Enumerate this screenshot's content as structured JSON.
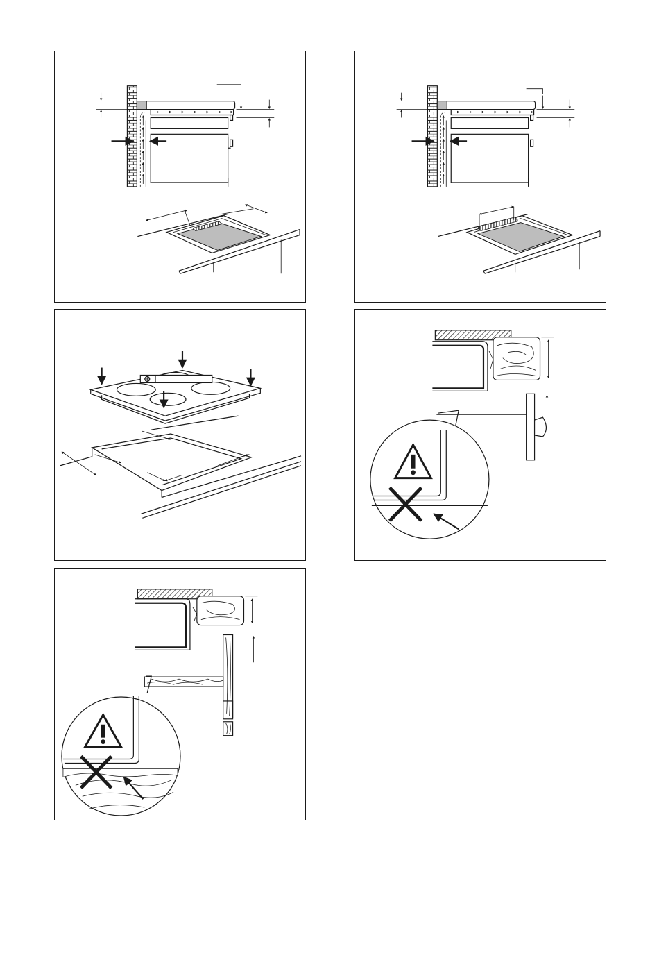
{
  "page": {
    "background": "#ffffff",
    "line_color": "#1a1a1a",
    "fill_gray": "#bdbdbd"
  },
  "figures": [
    {
      "id": "p1",
      "subject": "ventilation-airflow-installation",
      "icons": [
        "airflow-arrow-icon",
        "dimension-arrow-icon"
      ]
    },
    {
      "id": "p2",
      "subject": "ventilation-airflow-installation-alt",
      "icons": [
        "airflow-arrow-icon",
        "dimension-arrow-icon"
      ]
    },
    {
      "id": "p3",
      "subject": "hob-insertion-into-cutout",
      "icons": [
        "press-down-arrow-icon",
        "spirit-level-icon"
      ]
    },
    {
      "id": "p4",
      "subject": "worktop-edge-clearance-drawer",
      "icons": [
        "warning-triangle-icon",
        "prohibited-cross-icon"
      ]
    },
    {
      "id": "p5",
      "subject": "worktop-edge-clearance-shelf",
      "icons": [
        "warning-triangle-icon",
        "prohibited-cross-icon"
      ]
    }
  ]
}
